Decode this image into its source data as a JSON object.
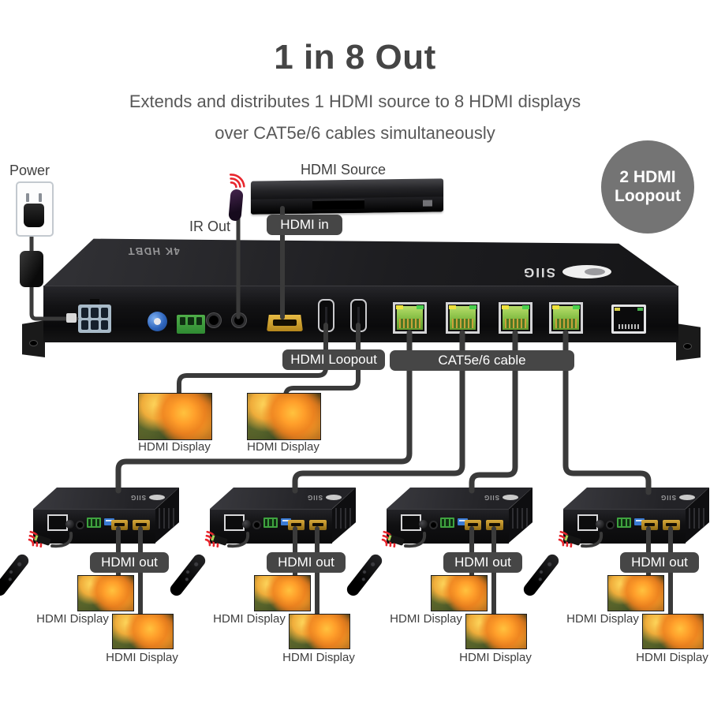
{
  "header": {
    "title": "1 in 8 Out",
    "subtitle_line1": "Extends and distributes 1 HDMI source to 8 HDMI displays",
    "subtitle_line2": "over CAT5e/6 cables simultaneously"
  },
  "badge": {
    "line1": "2 HDMI",
    "line2": "Loopout"
  },
  "labels": {
    "power": "Power",
    "ir_out": "IR Out",
    "hdmi_source": "HDMI Source",
    "hdmi_in": "HDMI in",
    "hdmi_loopout": "HDMI Loopout",
    "cat_cable": "CAT5e/6 cable",
    "hdmi_out": "HDMI out",
    "hdmi_display": "HDMI Display"
  },
  "branding": {
    "splitter_logo": "4K HDBT",
    "brand": "SIIG"
  },
  "diagram": {
    "receivers": 4,
    "displays_per_receiver": 2,
    "loopout_displays": 2
  },
  "colors": {
    "label_bg": "#464646",
    "badge_circle": "#747474",
    "cable": "#3a3a3a",
    "signal_red": "#e8262d",
    "rj45_green": "#7cb83e",
    "hdmi_gold": "#d8a93a",
    "dial_blue": "#2f66bd",
    "terminal_green": "#3fa33f"
  }
}
